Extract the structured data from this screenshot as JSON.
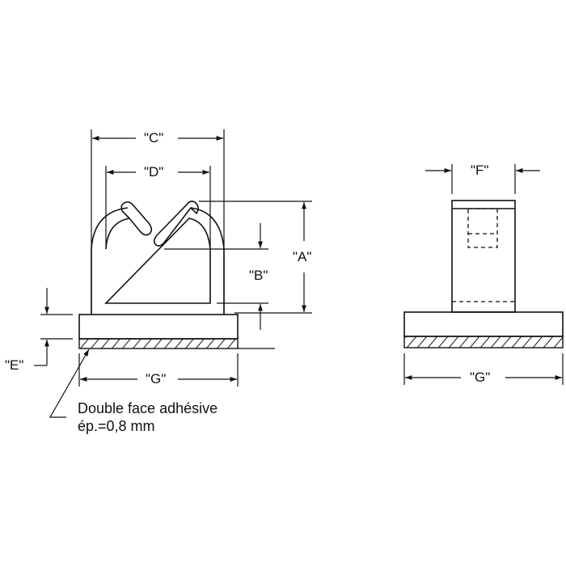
{
  "drawing": {
    "front_view": {
      "labels": {
        "C": "\"C\"",
        "D": "\"D\"",
        "A": "\"A\"",
        "B": "\"B\"",
        "E": "\"E\"",
        "G": "\"G\""
      }
    },
    "side_view": {
      "labels": {
        "F": "\"F\"",
        "G": "\"G\""
      }
    },
    "note": {
      "line1": "Double face adhésive",
      "line2": "ép.=0,8 mm"
    },
    "colors": {
      "line": "#111111",
      "background": "#ffffff"
    }
  }
}
